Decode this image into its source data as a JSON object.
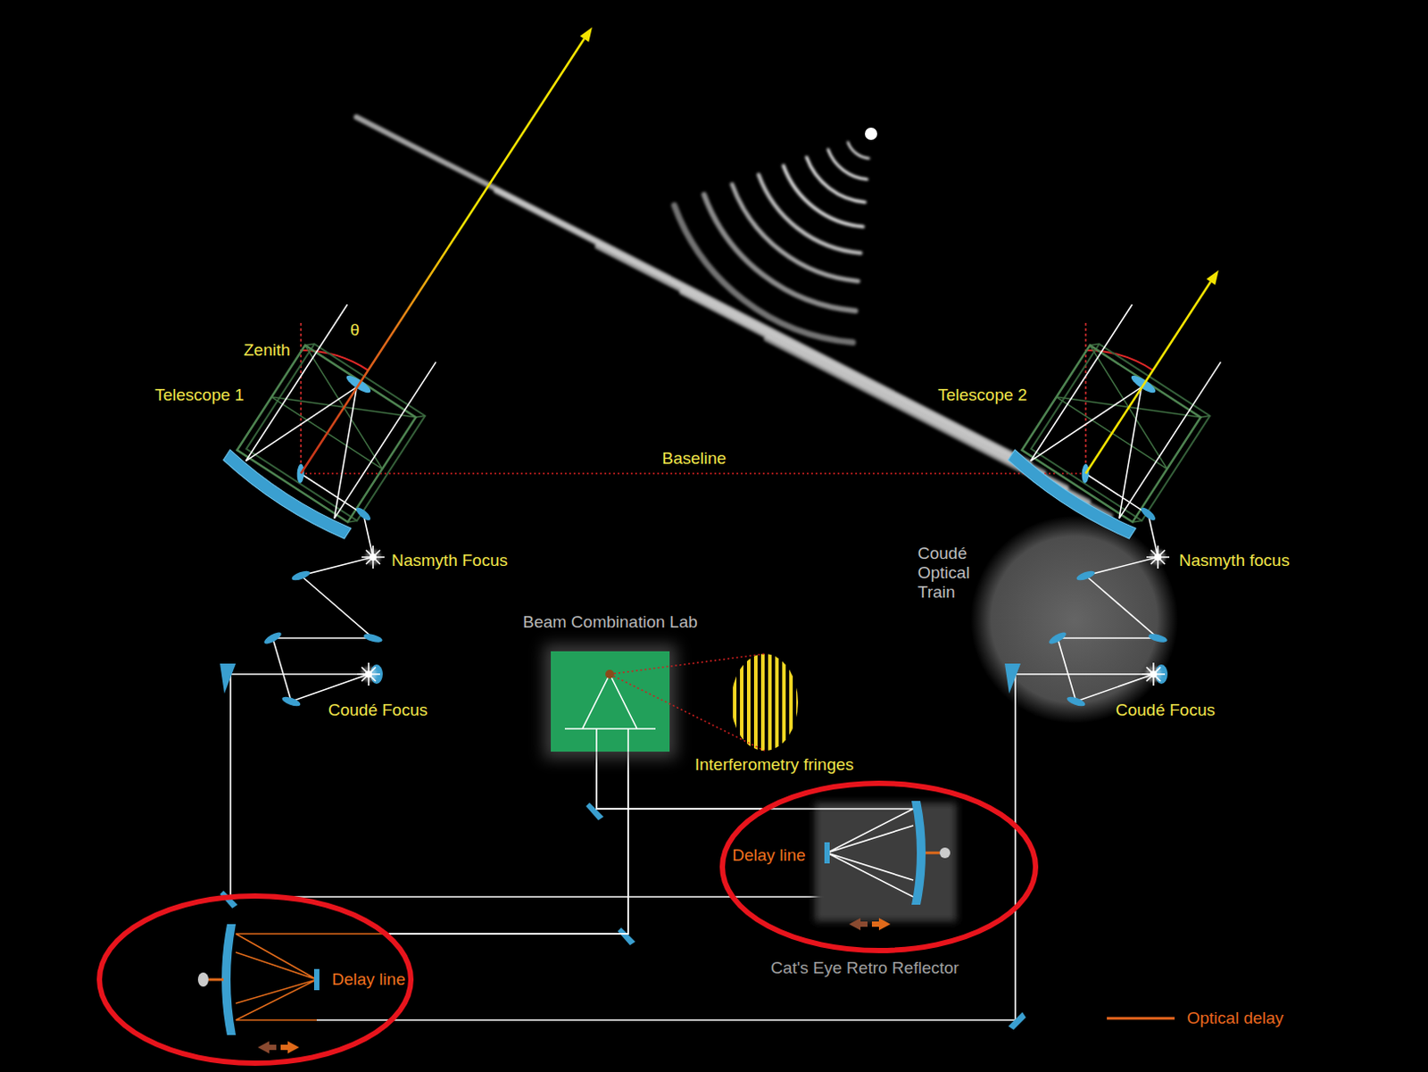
{
  "diagram": {
    "nodes": [
      {
        "text": [
          "Beam Combination Lab"
        ]
      },
      {
        "text": [
          "Delay line",
          "Cat's Eye Retro Reflector"
        ]
      },
      {
        "text": [
          "Delay line"
        ]
      }
    ],
    "edges": [
      {
        "from": 1,
        "to": 0,
        "arrow": "none"
      },
      {
        "from": 2,
        "to": 0,
        "arrow": "none"
      }
    ],
    "labels": [
      "Zenith",
      "θ",
      "Telescope 1",
      "Telescope 2",
      "Baseline",
      "Nasmyth Focus",
      "Nasmyth focus",
      "Coudé Optical Train",
      "Coudé Focus",
      "Coudé Focus",
      "Interferometry fringes"
    ],
    "legend": [
      {
        "text": "Optical delay"
      }
    ]
  }
}
